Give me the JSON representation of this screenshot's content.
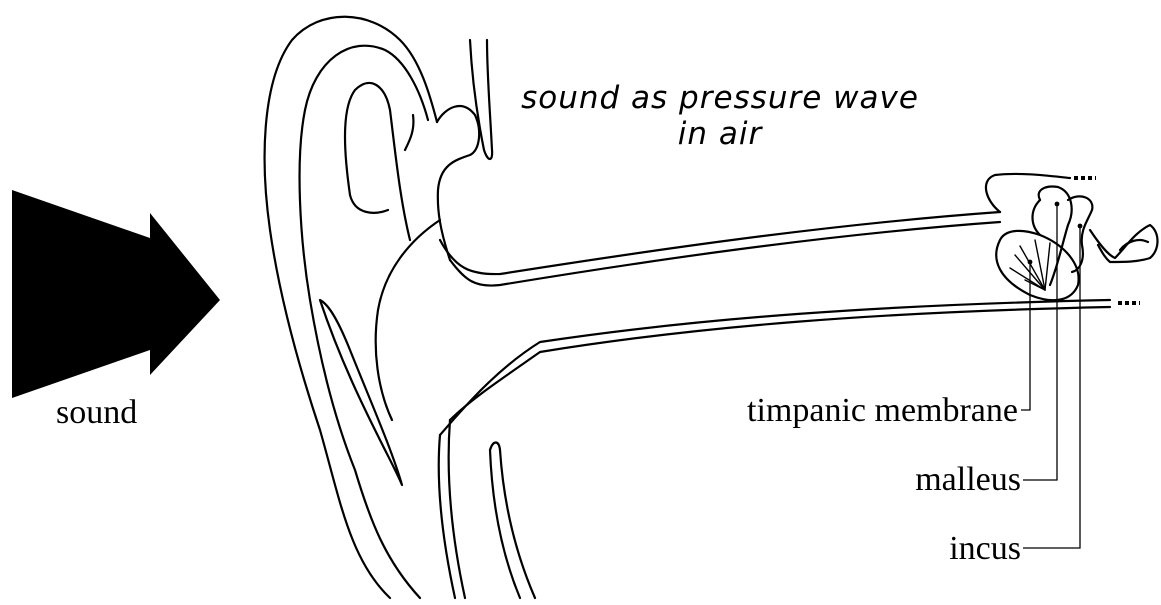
{
  "caption": {
    "line1": "sound as pressure wave",
    "line2": "in air"
  },
  "labels": {
    "sound": "sound",
    "tympanic_membrane": "timpanic membrane",
    "malleus": "malleus",
    "incus": "incus"
  },
  "colors": {
    "ink": "#000000",
    "background": "#ffffff"
  },
  "icons": {
    "arrow": "sound-arrow-icon"
  }
}
